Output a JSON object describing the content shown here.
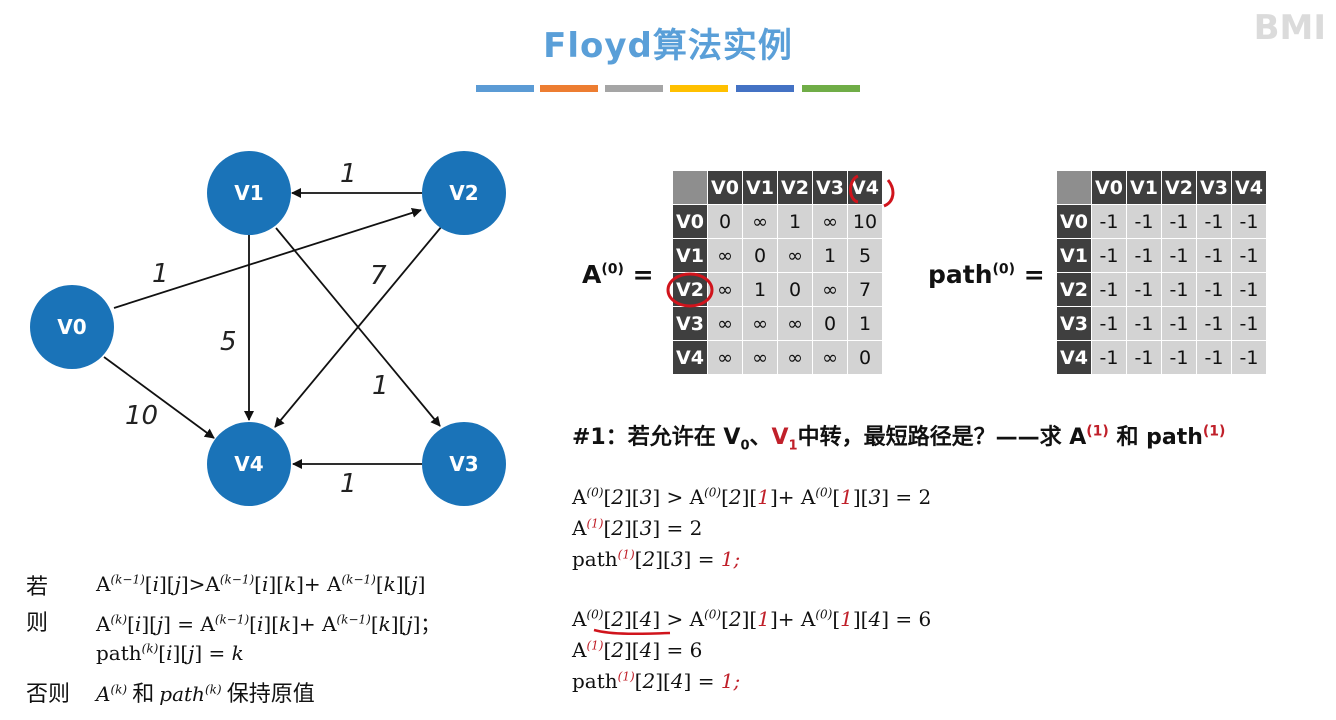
{
  "title": "Floyd算法实例",
  "color_bars": [
    "#5b9bd5",
    "#ed7d31",
    "#a5a5a5",
    "#ffc000",
    "#4472c4",
    "#70ad47"
  ],
  "watermark": {
    "logo": "BMI",
    "sub": ""
  },
  "graph": {
    "nodes": [
      "V0",
      "V1",
      "V2",
      "V3",
      "V4"
    ],
    "edges": [
      {
        "from": "V2",
        "to": "V1",
        "weight": "1"
      },
      {
        "from": "V0",
        "to": "V2",
        "weight": "1"
      },
      {
        "from": "V1",
        "to": "V4",
        "weight": "5"
      },
      {
        "from": "V2",
        "to": "V4",
        "weight": "7"
      },
      {
        "from": "V1",
        "to": "V3",
        "weight": "1"
      },
      {
        "from": "V0",
        "to": "V4",
        "weight": "10"
      },
      {
        "from": "V3",
        "to": "V4",
        "weight": "1"
      }
    ],
    "node_color": "#1a73b8"
  },
  "matrixA": {
    "label": "A",
    "sup": "(0)",
    "eq": "=",
    "headers": [
      "V0",
      "V1",
      "V2",
      "V3",
      "V4"
    ],
    "rows": [
      [
        "0",
        "∞",
        "1",
        "∞",
        "10"
      ],
      [
        "∞",
        "0",
        "∞",
        "1",
        "5"
      ],
      [
        "∞",
        "1",
        "0",
        "∞",
        "7"
      ],
      [
        "∞",
        "∞",
        "∞",
        "0",
        "1"
      ],
      [
        "∞",
        "∞",
        "∞",
        "∞",
        "0"
      ]
    ]
  },
  "matrixPath": {
    "label": "path",
    "sup": "(0)",
    "eq": "=",
    "headers": [
      "V0",
      "V1",
      "V2",
      "V3",
      "V4"
    ],
    "rows": [
      [
        "-1",
        "-1",
        "-1",
        "-1",
        "-1"
      ],
      [
        "-1",
        "-1",
        "-1",
        "-1",
        "-1"
      ],
      [
        "-1",
        "-1",
        "-1",
        "-1",
        "-1"
      ],
      [
        "-1",
        "-1",
        "-1",
        "-1",
        "-1"
      ],
      [
        "-1",
        "-1",
        "-1",
        "-1",
        "-1"
      ]
    ]
  },
  "question": {
    "prefix": "#1：若允许在 V",
    "v0sub": "0",
    "sep": "、",
    "v1": "V",
    "v1sub": "1",
    "rest": "中转，最短路径是？——求 A",
    "sup1": "(1)",
    "and": " 和 path",
    "sup2": "(1)"
  },
  "rule": {
    "if_label": "若",
    "then_label": "则",
    "else_label": "否则",
    "else_text": "和",
    "else_tail": "保持原值"
  },
  "calc": {
    "line1_result": "2",
    "line2_result": "2",
    "line3_result": "1;",
    "line4_result": "6",
    "line5_result": "6",
    "line6_result": "1;"
  },
  "annotation_color": "#d0141c"
}
